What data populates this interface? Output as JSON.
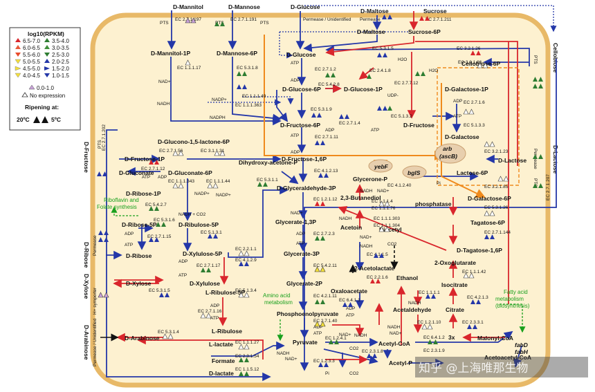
{
  "legend": {
    "title": "log10(RPKM)",
    "entries": [
      "6.5-7.0",
      "6.0-6.5",
      "5.5-6.0",
      "5.0-5.5",
      "4.5-5.0",
      "4.0-4.5",
      "3.5-4.0",
      "3.0-3.5",
      "2.5-3.0",
      "2.0-2.5",
      "1.5-2.0",
      "1.0-1.5",
      "0.0-1.0",
      "No expression"
    ],
    "ripening_label": "Ripening at:",
    "temp_20": "20ºC",
    "temp_5": "5ºC"
  },
  "external_substrates": {
    "mannitol": "D-Mannitol",
    "mannose": "D-Mannose",
    "glucose": "D-Glucose",
    "maltose": "D-Maltose",
    "sucrose": "Sucrose",
    "fructose": "D-Fructose",
    "ribose": "D-Ribose",
    "xylose": "D-Xylose",
    "arabinose": "D-Arabinose",
    "cellobiose": "Cellobiose",
    "lactose": "D-Lactose"
  },
  "transporters": {
    "pts": "PTS",
    "permease_unidentified": "Permease / Unidentified",
    "permease": "Permease",
    "h_symporter": "H+ symporter"
  },
  "metabolites": {
    "mannitol_1p": "D-Mannitol-1P",
    "mannose_6p": "D-Mannose-6P",
    "maltose_in": "D-Maltose",
    "sucrose_6p": "Sucrose-6P",
    "glucose_in": "D-Glucose",
    "glucose_6p": "D-Glucose-6P",
    "glucose_1p": "D-Glucose-1P",
    "galactose_1p": "D-Galactose-1P",
    "cellobiose_6p": "Cellobiose-6P",
    "fructose_6p": "D-Fructose-6P",
    "fructose": "D-Fructose",
    "galactose": "D-Galactose",
    "glucono_lactone": "D-Glucono-1,5-lactone-6P",
    "fructose_1p": "D-Fructose-1P",
    "fructose_16p2": "D-Fructose-1,6P",
    "gluconate": "D-Gluconate",
    "gluconate_6p": "D-Gluconate-6P",
    "dhap": "Dihydroxy-acetone-P",
    "lactose_6p": "Lactose-6P",
    "lactose_in": "D-Lactose",
    "glycerone_p": "Glycerone-P",
    "gap": "D-Glyceraldehyde-3P",
    "ribose_1p": "D-Ribose-1P",
    "ribose_5p": "D-Ribose-5P",
    "ribulose_5p": "D-Ribulose-5P",
    "ribose_in": "D-Ribose",
    "butanediol": "2,3-Butanediol",
    "acetoin": "Acetoin",
    "diacetyl": "Diacetyl",
    "glycerate_13p2": "Glycerate-1,3P",
    "glycerate_3p": "Glycerate-3P",
    "acetolactate": "2-Acetolactate",
    "xylulose_5p": "D-Xylulose-5P",
    "xylulose": "D-Xylulose",
    "xylose_in": "D-Xylose",
    "galactose_6p": "D-Galactose-6P",
    "phosphatase": "phosphatase",
    "tagatose_6p": "Tagatose-6P",
    "tagatose_16p2": "D-Tagatose-1,6P",
    "oxoglutarate": "2-Oxoglutarate",
    "glycerate_2p": "Glycerate-2P",
    "ethanol": "Ethanol",
    "isocitrate": "Isocitrate",
    "l_ribulose_5p": "L-Ribulose-5P",
    "oxaloacetate": "Oxaloacetate",
    "pep": "Phosphoenolpyruvate",
    "acetaldehyde": "Acetaldehyde",
    "citrate": "Citrate",
    "l_ribulose": "L-Ribulose",
    "arabinose_in": "D-Arabinose",
    "l_lactate": "L-lactate",
    "formate": "Formate",
    "d_lactate": "D-lactate",
    "pyruvate": "Pyruvate",
    "acetyl_coa": "Acetyl-CoA",
    "malonyl_coa": "Malonyl-CoA",
    "acetyl_p": "Acetyl-P",
    "acetoacetyl": "Acetoacetyl-CoA"
  },
  "enzymes": {
    "mannitol_pts": "EC 2.7.1.197",
    "mannose_pts": "EC 2.7.1.191",
    "maltose_perm": "Permease",
    "sucrose_pts": "EC 2.7.1.211",
    "ec_1_1_1_17": "EC 1.1.1.17",
    "ec_5_3_1_8": "EC 5.3.1.8",
    "ec_5_3_1_5": "EC 5.3.1.5",
    "ec_3_2_1_26": "EC 3.2.1.26",
    "ec_2_7_1_2": "EC 2.7.1.2",
    "ec_5_4_2_8": "EC 5.4.2.8",
    "ec_2_4_1_8": "EC 2.4.1.8",
    "ec_2_7_7_12": "EC 2.7.7.12",
    "ec_3_2_1_86": "EC 3.2.1.86",
    "ec_1_1_1_49": "EC 1.1.1.49",
    "ec_1_1_1_363": "EC 1.1.1.363",
    "ec_2_7_1_6": "EC 2.7.1.6",
    "ec_5_1_3_3": "EC 5.1.3.3",
    "ec_5_3_1_9": "EC 5.3.1.9",
    "ec_2_7_1_4": "EC 2.7.1.4",
    "ec_5_1_3_2": "EC 5.1.3.2",
    "ec_2_7_1_11": "EC 2.7.1.11",
    "ec_2_7_1_202": "EC 2.7.1.202",
    "ec_2_7_1_56": "EC 2.7.1.56",
    "ec_3_1_1_31": "EC 3.1.1.31",
    "ec_3_2_1_23": "EC 3.2.1.23",
    "ec_2_7_1_12": "EC 2.7.1.12",
    "ec_4_1_2_13": "EC 4.1.2.13",
    "ec_1_1_1_343": "EC 1.1.1.343",
    "ec_1_1_1_44": "EC 1.1.1.44",
    "ec_5_3_1_1": "EC 5.3.1.1",
    "ec_3_2_1_85": "EC 3.2.1.85",
    "ec_2_7_1_207": "EC 2.7.1.207",
    "ec_4_1_2_40": "EC 4.1.2.40",
    "ec_1_2_1_12": "EC 1.2.1.12",
    "ec_1_1_1_4": "EC 1.1.1.4",
    "ec_1_1_1_76": "EC 1.1.1.76",
    "ec_5_4_2_7": "EC 5.4.2.7",
    "ec_5_3_1_6": "EC 5.3.1.6",
    "ec_2_7_1_15": "EC 2.7.1.15",
    "ec_5_1_3_1": "EC 5.1.3.1",
    "ec_2_7_2_3": "EC 2.7.2.3",
    "ec_1_1_1_303": "EC 1.1.1.303",
    "ec_1_1_1_304": "EC 1.1.1.304",
    "ec_5_3_1_26": "EC 5.3.1.26",
    "ec_2_7_1_144": "EC 2.7.1.144",
    "ec_2_2_1_1": "EC 2.2.1.1",
    "ec_5_4_2_11": "EC 5.4.2.11",
    "ec_4_1_1_5": "EC 4.1.1.5",
    "ec_2_7_1_17": "EC 2.7.1.17",
    "ec_4_1_2_9": "EC 4.1.2.9",
    "ec_5_3_1_5b": "EC 5.3.1.5",
    "ec_5_1_3_4": "EC 5.1.3.4",
    "ec_2_2_1_6": "EC 2.2.1.6",
    "ec_1_1_1_42": "EC 1.1.1.42",
    "ec_1_1_1_1": "EC 1.1.1.1",
    "ec_4_2_1_11": "EC 4.2.1.11",
    "ec_4_2_1_3": "EC 4.2.1.3",
    "ec_6_4_1_1": "EC 6.4.1.1",
    "ec_2_7_1_16": "EC 2.7.1.16",
    "ec_1_2_1_10": "EC 1.2.1.10",
    "ec_2_7_1_40": "EC 2.7.1.40",
    "ec_2_3_3_1": "EC 2.3.3.1",
    "ec_6_4_1_2": "EC 6.4.1.2",
    "ec_1_1_1_27": "EC 1.1.1.27",
    "ec_1_2_4_1": "EC 1.2.4.1",
    "ec_2_3_1_8": "EC 2.3.1.8",
    "ec_5_3_1_4": "EC 5.3.1.4",
    "ec_2_3_1_54": "EC 2.3.1.54",
    "ec_1_1_5_12": "EC 1.1.5.12",
    "ec_1_2_3_3": "EC 1.2.3.3",
    "ec_2_3_1_9": "EC 2.3.1.9"
  },
  "cofactors": {
    "atp": "ATP",
    "adp": "ADP",
    "nad": "NAD+",
    "nadh": "NADH",
    "nadp": "NADP+",
    "nadph": "NADPH",
    "h2o": "H2O",
    "pi": "Pi",
    "co2": "CO2",
    "udp": "UDP-",
    "nadh_co2": "NADH + CO2",
    "three_x": "3x"
  },
  "gene_labels": {
    "arb": "arb",
    "ascb": "(ascB)",
    "yebf": "yebF",
    "bgls": "bglS",
    "fabd": "fabD",
    "fabh": "fabH"
  },
  "pathways": {
    "riboflavin": "Riboflavin and Folate synthesis",
    "amino_acid": "Amino acid metabolism",
    "fatty_acid": "Fatty acid metabolism (biosynthesis)"
  },
  "watermark": "知乎 @上海唯那生物",
  "colors": {
    "red": "#d9262c",
    "blue": "#2437a8",
    "orange": "#ef8a1c",
    "green_text": "#19a01d",
    "cell_fill": "#fdf1d0",
    "cell_border": "#e8b968",
    "dark_green": "#2e7d32",
    "purple": "#9b6fb0"
  }
}
